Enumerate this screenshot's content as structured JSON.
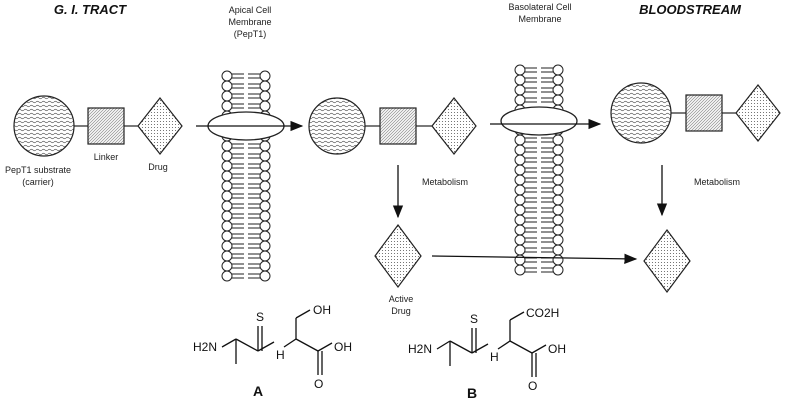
{
  "headers": {
    "gi_tract": "G. I. TRACT",
    "bloodstream": "BLOODSTREAM"
  },
  "membranes": {
    "apical": [
      "Apical Cell",
      "Membrane",
      "(PepT1)"
    ],
    "basolateral": [
      "Basolateral Cell",
      "Membrane"
    ]
  },
  "labels": {
    "carrier": [
      "PepT1 substrate",
      "(carrier)"
    ],
    "linker": "Linker",
    "drug": "Drug",
    "metabolism_left": "Metabolism",
    "metabolism_right": "Metabolism",
    "active_drug": [
      "Active",
      "Drug"
    ]
  },
  "structures": {
    "A": {
      "caption": "A",
      "amine": "H2N",
      "thio": "S",
      "nh": "H",
      "oh": "OH",
      "acid": "OH",
      "carbonyl": "O"
    },
    "B": {
      "caption": "B",
      "amine": "H2N",
      "thio": "S",
      "nh": "H",
      "co2h": "CO2H",
      "acid": "OH",
      "carbonyl": "O"
    }
  },
  "colors": {
    "line": "#222222",
    "fill": "#ffffff"
  }
}
